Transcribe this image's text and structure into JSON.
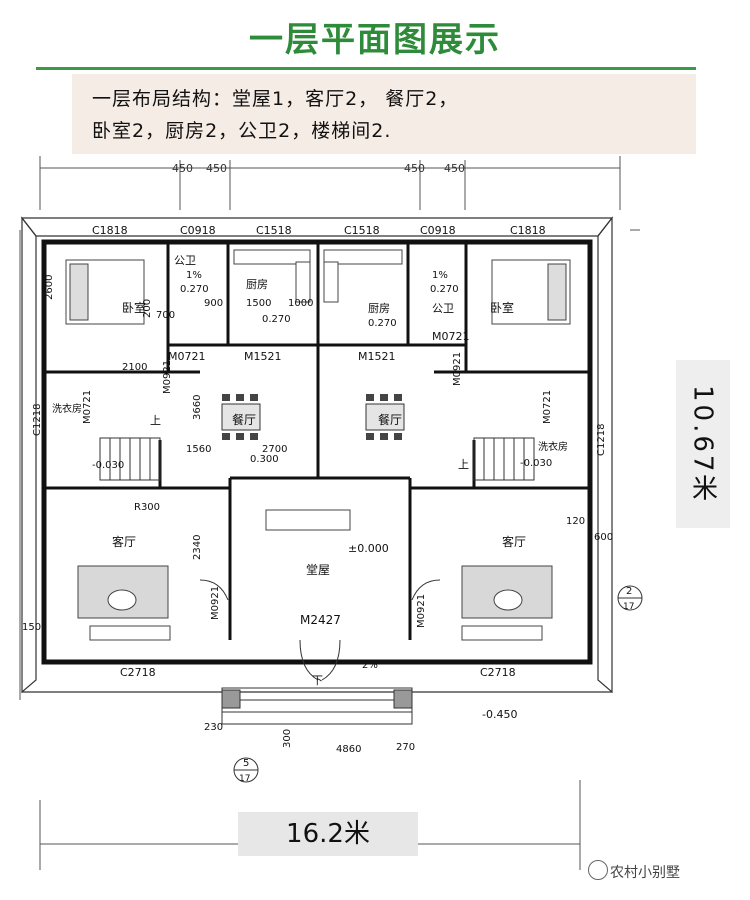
{
  "title": "一层平面图展示",
  "description": {
    "line1": "一层布局结构：堂屋1，客厅2， 餐厅2，",
    "line2": "卧室2，厨房2，公卫2，楼梯间2."
  },
  "dimensions": {
    "width_label": "10.67米",
    "length_label": "16.2米"
  },
  "watermark": "农村小别墅",
  "top_dims": [
    "450",
    "450",
    "450",
    "450"
  ],
  "windows": [
    "C1818",
    "C0918",
    "C1518",
    "C1518",
    "C0918",
    "C1818",
    "C2718",
    "C2718",
    "C1218",
    "C1218"
  ],
  "doors": [
    "M0721",
    "M0921",
    "M1521",
    "M1521",
    "M0721",
    "M0921",
    "M0721",
    "M0721",
    "M0921",
    "M0921",
    "M2427"
  ],
  "rooms": {
    "bedroom": "卧室",
    "toilet": "公卫",
    "kitchen": "厨房",
    "dining": "餐厅",
    "laundry": "洗衣房",
    "living": "客厅",
    "hall": "堂屋"
  },
  "annotations": {
    "slope": "1%",
    "level_0270": "0.270",
    "level_0300": "0.300",
    "level_neg030": "-0.030",
    "level_0000": "±0.000",
    "level_neg450": "-0.450",
    "slope2": "2%",
    "up": "上",
    "down": "下",
    "axis_2": "2",
    "axis_17": "17",
    "axis_5": "5",
    "r300": "R300",
    "d4860": "4860",
    "d3660": "3660",
    "d2700": "2700",
    "d1560": "1560",
    "d2340": "2340",
    "d2100": "2100",
    "d1500": "1500",
    "d1000": "1000",
    "d900": "900",
    "d600": "600",
    "d700": "700",
    "d120": "120",
    "d230": "230",
    "d270": "270",
    "d150": "150",
    "d300": "300",
    "d200": "200",
    "d2600": "2600"
  }
}
